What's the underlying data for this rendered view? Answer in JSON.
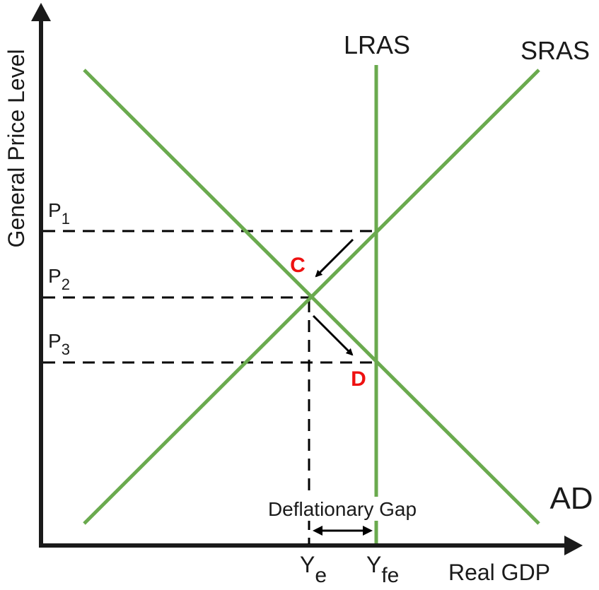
{
  "axes": {
    "x_label": "Real GDP",
    "y_label": "General Price Level"
  },
  "curves": {
    "lras": "LRAS",
    "sras": "SRAS",
    "ad": "AD"
  },
  "price_levels": [
    {
      "letter": "P",
      "sub": "1"
    },
    {
      "letter": "P",
      "sub": "2"
    },
    {
      "letter": "P",
      "sub": "3"
    }
  ],
  "output_levels": [
    {
      "letter": "Y",
      "sub": "e"
    },
    {
      "letter": "Y",
      "sub": "fe"
    }
  ],
  "points": {
    "c": "C",
    "d": "D"
  },
  "gap_label": "Deflationary Gap",
  "colors": {
    "curve": "#6aaa4e",
    "axis": "#1a1a1a",
    "point_label": "#ee1111"
  }
}
